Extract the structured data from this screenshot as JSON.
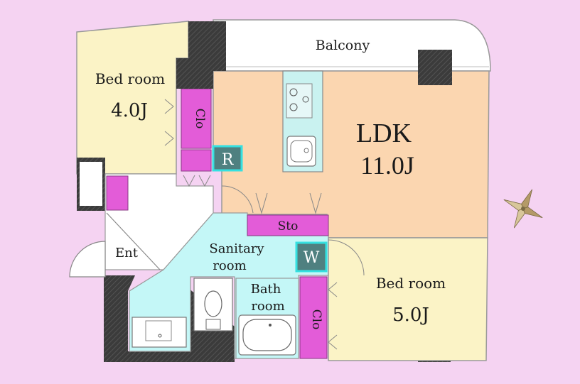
{
  "rooms": {
    "balcony": "Balcony",
    "bedroom_nw": {
      "name": "Bed room",
      "size": "4.0J"
    },
    "ldk": {
      "name": "LDK",
      "size": "11.0J"
    },
    "bedroom_se": {
      "name": "Bed room",
      "size": "5.0J"
    },
    "entrance": "Ent",
    "sanitary": {
      "line1": "Sanitary",
      "line2": "room"
    },
    "bath": {
      "line1": "Bath",
      "line2": "room"
    }
  },
  "storage": {
    "closet_nw": "Clo",
    "closet_se": "Clo",
    "sto": "Sto"
  },
  "markers": {
    "refrigerator": "R",
    "washer": "W"
  },
  "colors": {
    "background": "#f5d3f2",
    "bedroom_floor": "#fbf3c6",
    "ldk_floor": "#fbd6b0",
    "wet_area": "#c4f7f7",
    "closet": "#e35cd8",
    "marker": "#4f8080",
    "wall": "#3a3a3a",
    "balcony": "#ffffff"
  },
  "icons": {
    "compass": "compass-rose-icon",
    "stove": "stove-icon",
    "sink": "sink-icon",
    "toilet": "toilet-icon",
    "bathtub": "bathtub-icon",
    "washbasin": "washbasin-icon"
  }
}
